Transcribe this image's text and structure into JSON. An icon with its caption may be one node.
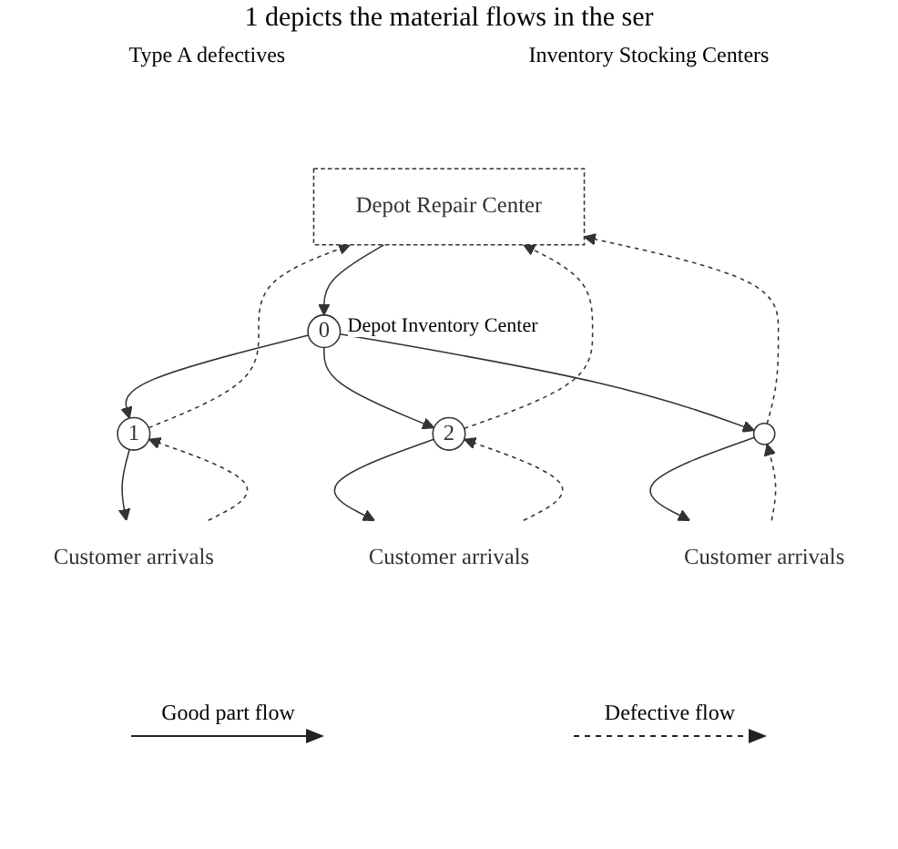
{
  "diagram": {
    "nodes": [
      {
        "text": [
          "Depot Repair Center"
        ]
      },
      {
        "text": [
          "0"
        ],
        "beside": [
          "Depot Inventory Center"
        ]
      },
      {
        "text": [
          "1"
        ]
      },
      {
        "text": [
          "2"
        ]
      },
      {
        "text": [],
        "shape": "circle"
      },
      {
        "text": [
          "Customer arrivals"
        ]
      },
      {
        "text": [
          "Customer arrivals"
        ]
      },
      {
        "text": [
          "Customer arrivals"
        ]
      }
    ],
    "edges": [
      {
        "from": 0,
        "to": 1,
        "arrow": "to"
      },
      {
        "from": 1,
        "to": 2,
        "arrow": "to"
      },
      {
        "from": 1,
        "to": 3,
        "arrow": "to"
      },
      {
        "from": 1,
        "to": 4,
        "arrow": "to"
      },
      {
        "from": 2,
        "to": 0,
        "arrow": "to",
        "style": "dashed"
      },
      {
        "from": 3,
        "to": 0,
        "arrow": "to",
        "style": "dashed"
      },
      {
        "from": 4,
        "to": 0,
        "arrow": "to",
        "style": "dashed"
      },
      {
        "from": 5,
        "to": 2,
        "arrow": "to",
        "style": "dashed"
      },
      {
        "from": 2,
        "to": 5,
        "arrow": "to"
      },
      {
        "from": 6,
        "to": 3,
        "arrow": "to",
        "style": "dashed"
      },
      {
        "from": 3,
        "to": 6,
        "arrow": "to"
      },
      {
        "from": 7,
        "to": 4,
        "arrow": "to",
        "style": "dashed"
      },
      {
        "from": 4,
        "to": 7,
        "arrow": "to"
      }
    ],
    "labels": [
      "1 depicts the material flows in the ser",
      "Type A defectives",
      "Inventory Stocking Centers"
    ],
    "legend": [
      {
        "text": "Good part flow"
      },
      {
        "text": "Defective flow"
      }
    ]
  }
}
